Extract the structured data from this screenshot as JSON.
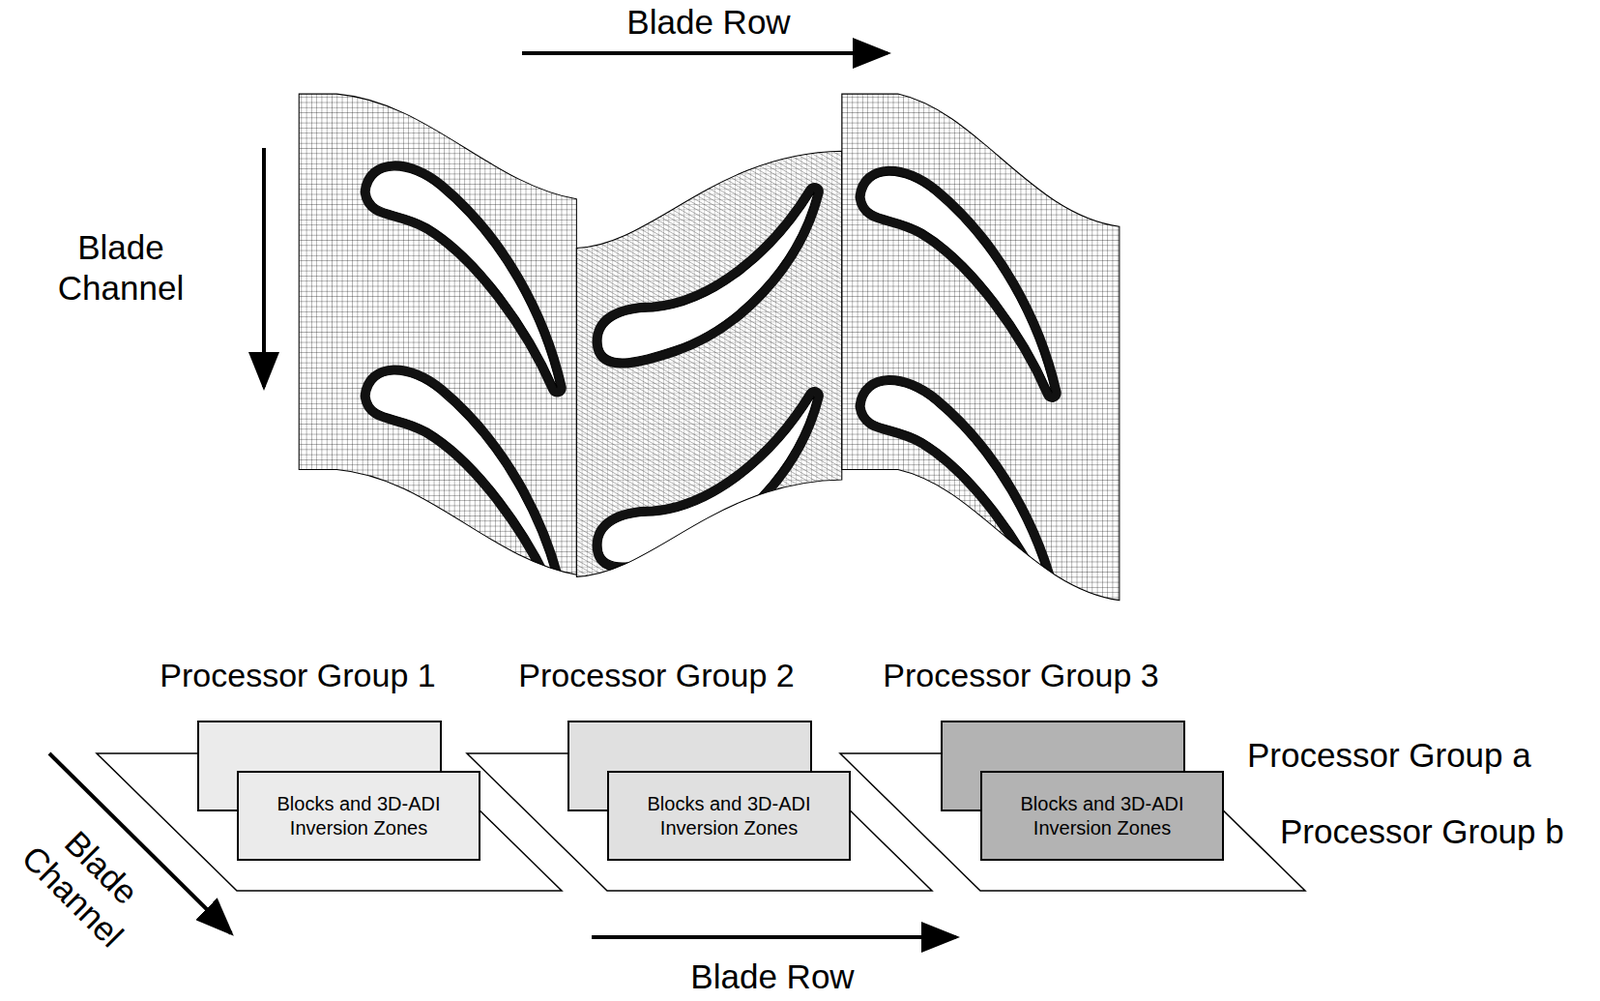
{
  "diagram": {
    "nodes": [
      {
        "text": [
          "Processor Group 1"
        ]
      },
      {
        "text": [
          "Blocks and 3D-ADI Inversion Zones"
        ],
        "in": 0
      },
      {
        "text": [
          "Processor Group 2"
        ]
      },
      {
        "text": [
          "Blocks and 3D-ADI Inversion Zones"
        ],
        "in": 2
      },
      {
        "text": [
          "Processor Group 3"
        ]
      },
      {
        "text": [
          "Blocks and 3D-ADI Inversion Zones"
        ],
        "in": 4
      }
    ],
    "labels": [
      "Blade Row",
      "Blade Channel",
      "Processor Group a",
      "Processor Group b",
      "Blade Channel",
      "Blade Row"
    ]
  }
}
